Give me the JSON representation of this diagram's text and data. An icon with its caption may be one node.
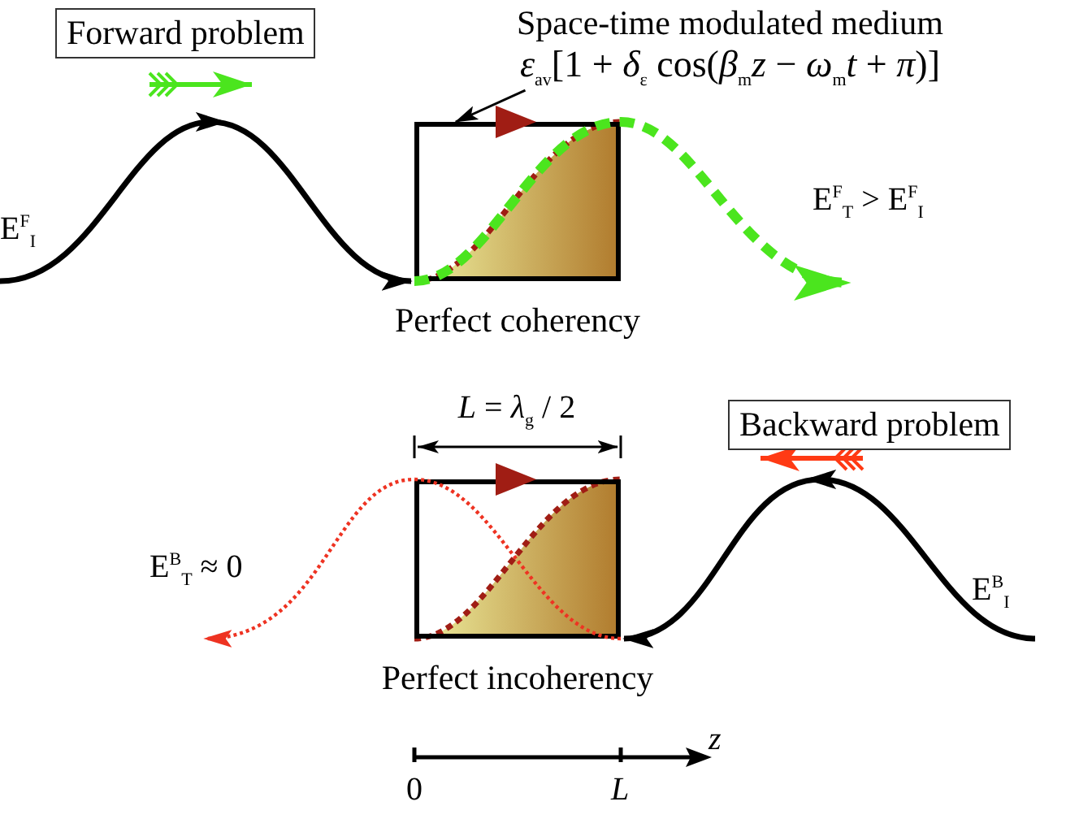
{
  "diagram": {
    "nodes": [
      {
        "text": [
          "Forward problem"
        ]
      },
      {
        "text": [
          "Backward problem"
        ]
      },
      {
        "text": [],
        "shape": "box",
        "beside": [
          "Perfect coherency"
        ]
      },
      {
        "text": [],
        "shape": "box",
        "beside": [
          "Perfect incoherency"
        ]
      },
      {
        "text": [
          "Space-time modulated medium",
          "*ε*$_{av}$[1 + *δ*$_{ε}$ cos(*β*$_{m}$*z* − *ω*$_{m}$*t* + *π*)]"
        ]
      }
    ],
    "edges": [
      {
        "from": 4,
        "to": 2,
        "arrow": "to"
      },
      {
        "from": null,
        "to": 2,
        "arrow": "to"
      },
      {
        "from": 2,
        "to": null,
        "arrow": "to",
        "style": "dashed",
        "color": "#4be51e"
      },
      {
        "from": null,
        "to": 3,
        "arrow": "to"
      },
      {
        "from": 3,
        "to": null,
        "arrow": "to",
        "style": "dashed",
        "color": "#ee3322"
      }
    ],
    "labels": [
      "E$^{F}$$_{I}$",
      "E$^{F}$$_{T}$ > E$^{F}$$_{I}$",
      "*L* = *λ*$_{g}$ / 2",
      "E$^{B}$$_{T}$ ≈ 0",
      "E$^{B}$$_{I}$",
      "*z*",
      "0",
      "*L*"
    ]
  }
}
